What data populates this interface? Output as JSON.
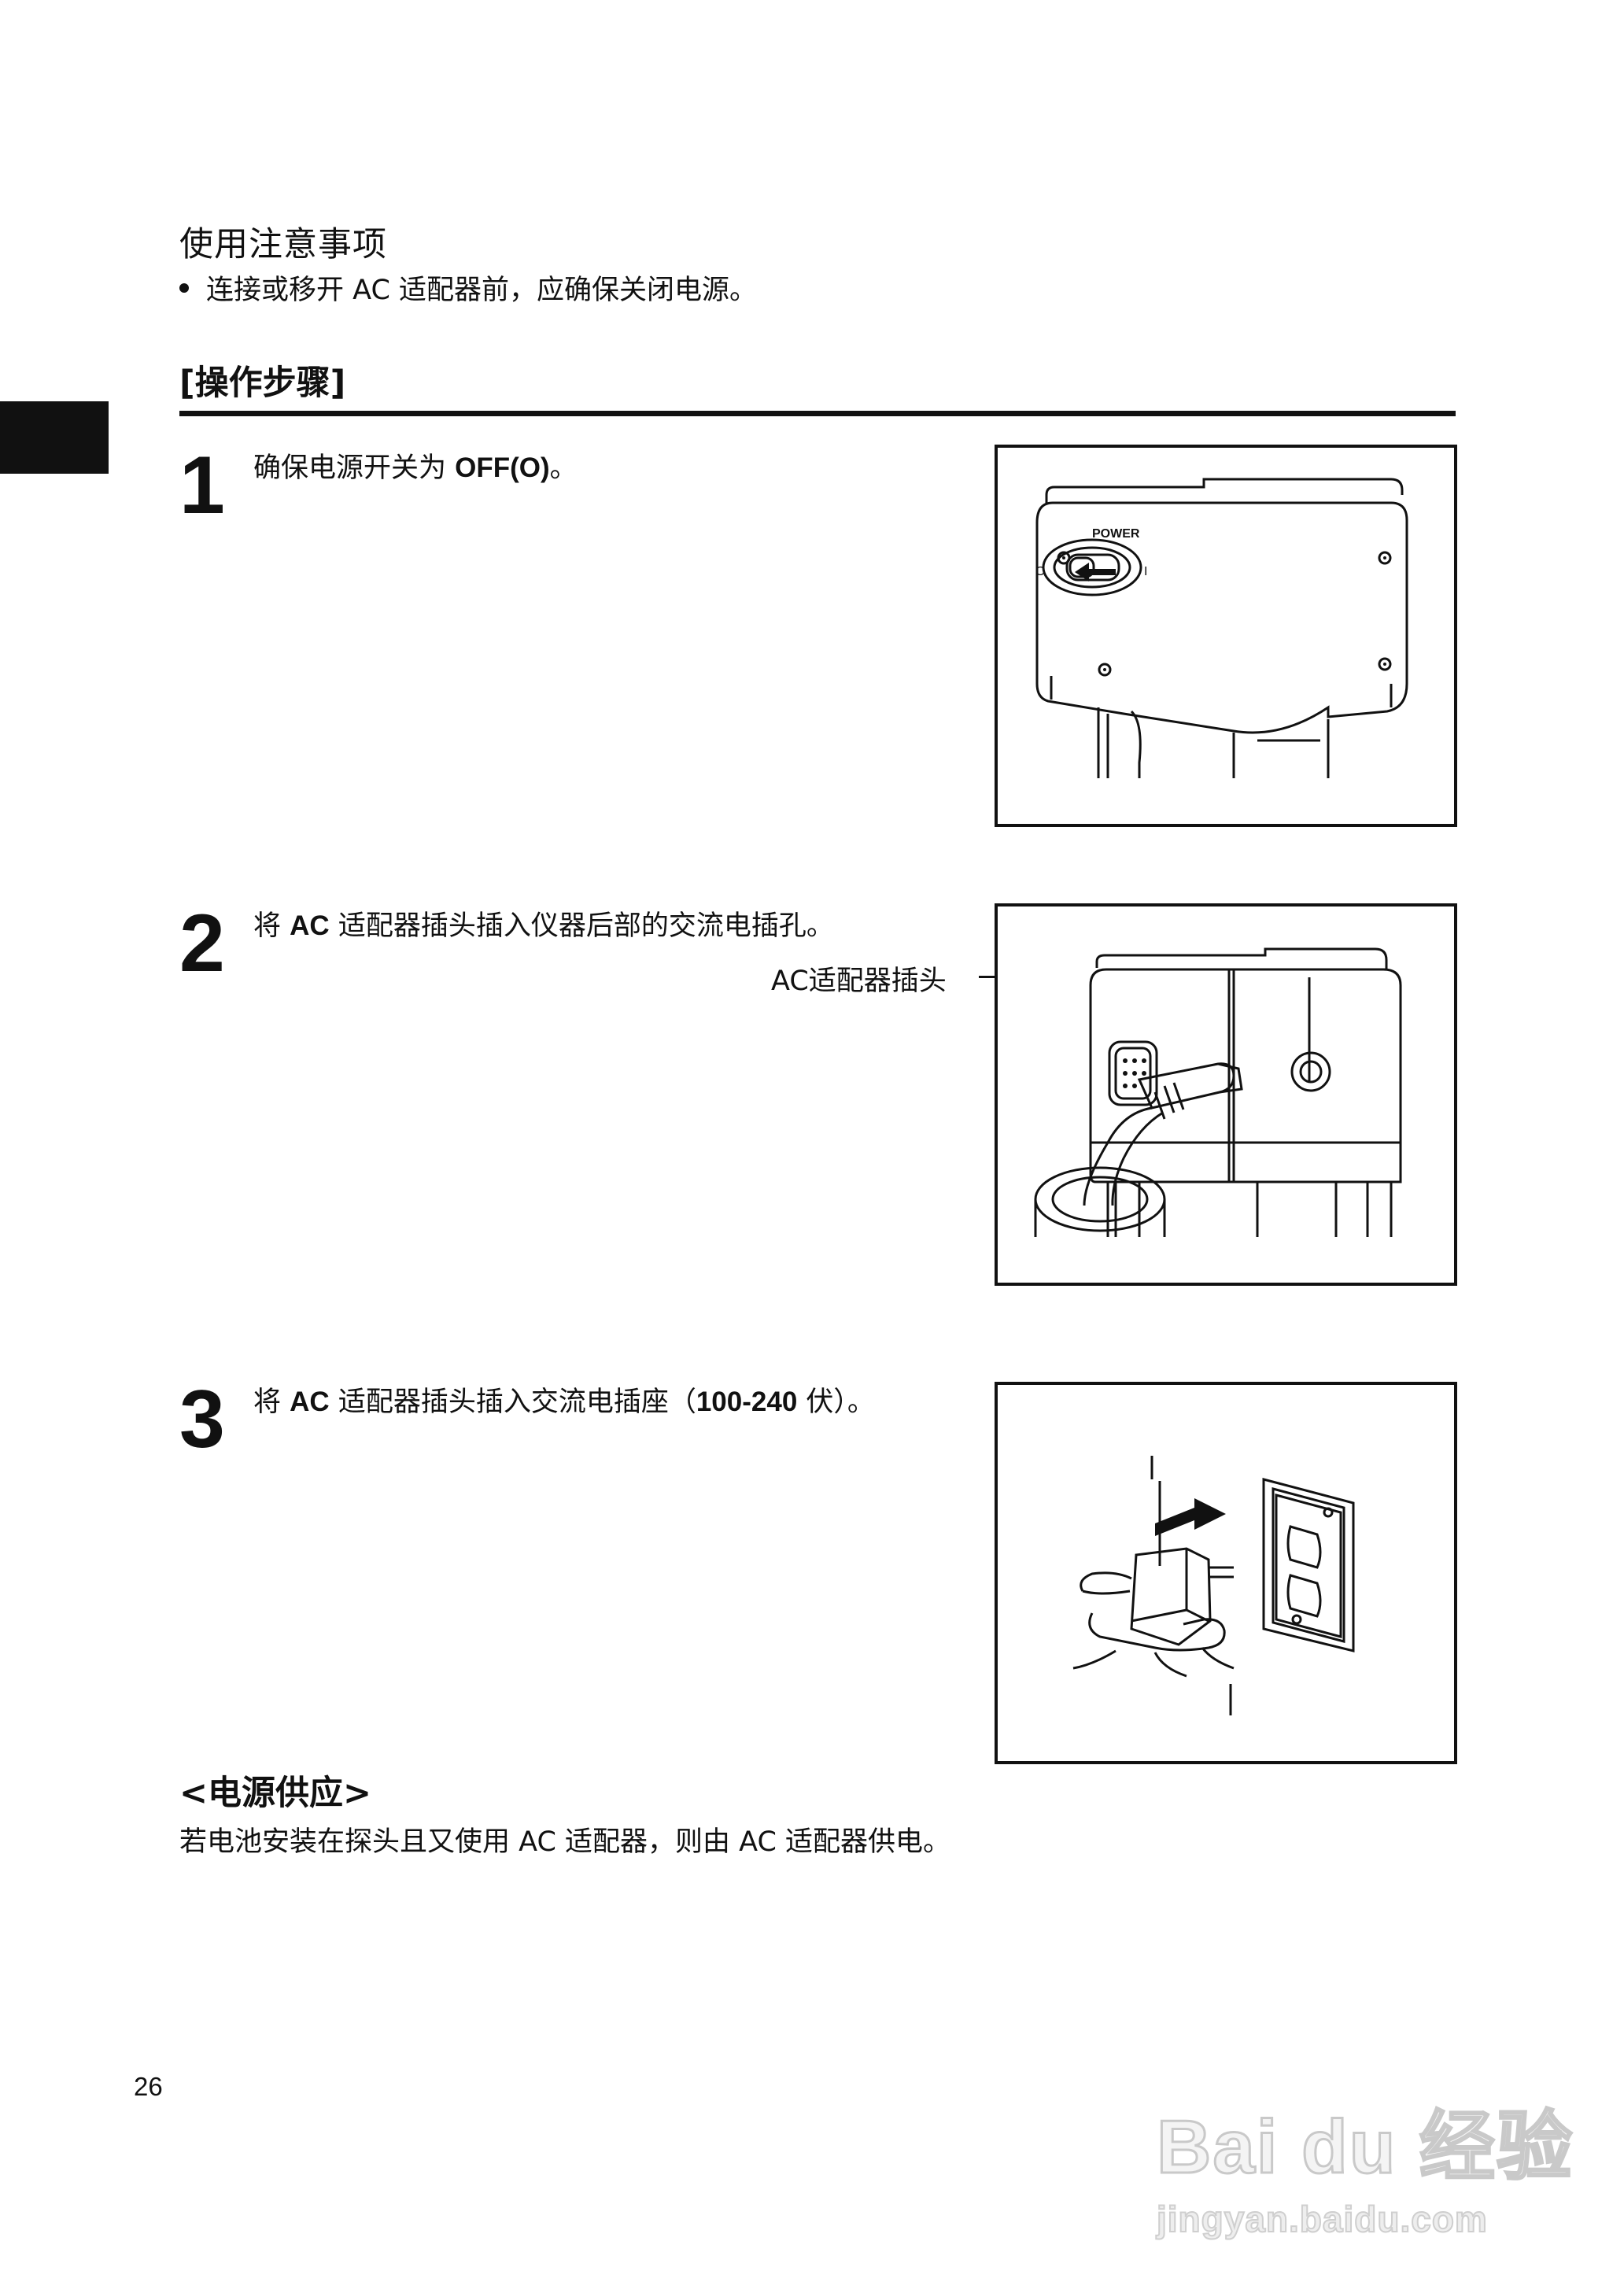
{
  "caution": {
    "heading": "使用注意事项",
    "bullet": "连接或移开 AC 适配器前，应确保关闭电源。"
  },
  "procedure": {
    "heading": "[操作步骤]"
  },
  "steps": [
    {
      "number": "1",
      "text_pre": "确保电源开关为 ",
      "text_bold": "OFF(O)",
      "text_post": "。"
    },
    {
      "number": "2",
      "text_pre": "将 ",
      "text_bold": "AC",
      "text_post": " 适配器插头插入仪器后部的交流电插孔。"
    },
    {
      "number": "3",
      "text_pre": "将 ",
      "text_bold": "AC",
      "text_post": " 适配器插头插入交流电插座（",
      "text_bold2": "100-240",
      "text_post2": " 伏）。"
    }
  ],
  "figure1": {
    "power_label": "POWER",
    "off_mark": "O",
    "on_mark": "I"
  },
  "figure2": {
    "callout": "AC适配器插头"
  },
  "power_supply": {
    "heading": "<电源供应>",
    "text": "若电池安装在探头且又使用 AC 适配器，则由 AC 适配器供电。"
  },
  "page_number": "26",
  "watermark": {
    "brand": "Bai du 经验",
    "url": "jingyan.baidu.com"
  }
}
